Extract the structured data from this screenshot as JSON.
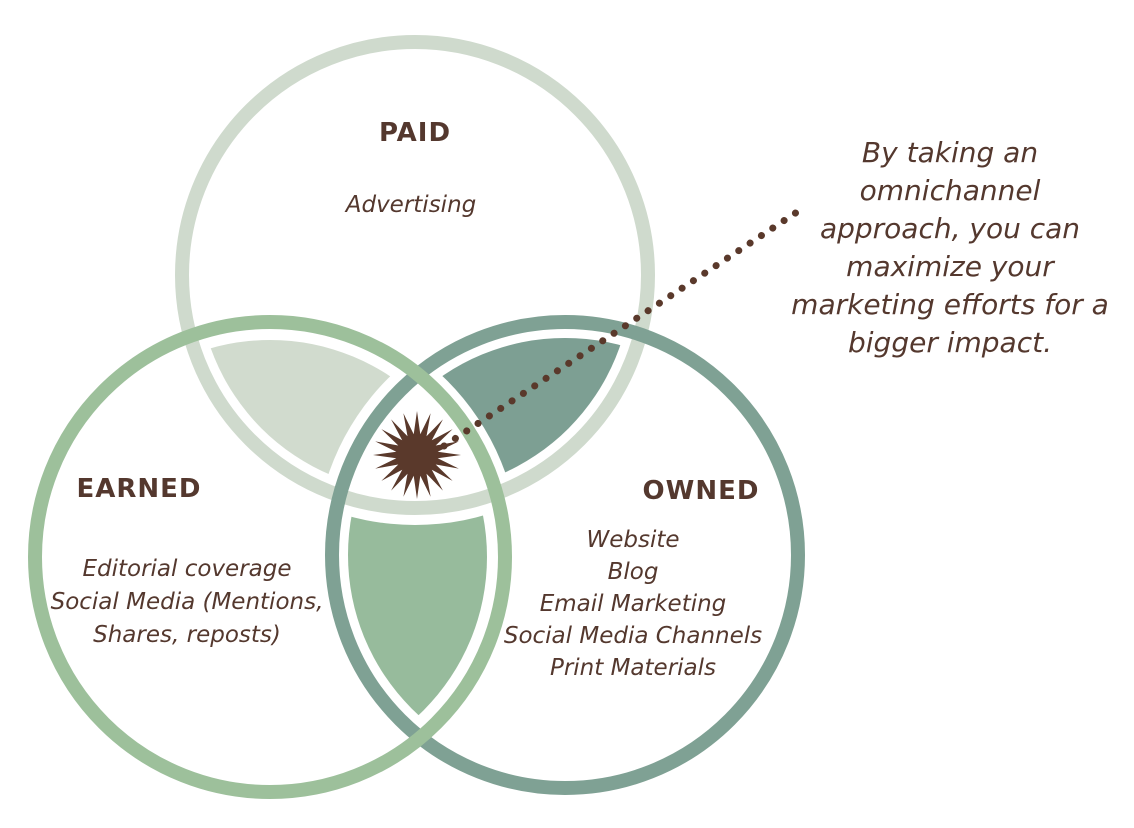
{
  "palette": {
    "paid": "#cfdacd",
    "earned": "#9dc09b",
    "owned": "#7fa194",
    "lens_paid_earned": "#d1dbce",
    "lens_paid_owned": "#7d9f93",
    "lens_earned_owned": "#97bb9c",
    "text_brown": "#54382e",
    "accent_brown": "#5a392b",
    "background": "#ffffff"
  },
  "venn": {
    "paid": {
      "label": "PAID",
      "lines": [
        "Advertising"
      ]
    },
    "earned": {
      "label": "EARNED",
      "lines": [
        "Editorial coverage",
        "Social Media (Mentions,",
        "Shares, reposts)"
      ]
    },
    "owned": {
      "label": "OWNED",
      "lines": [
        "Website",
        "Blog",
        "Email Marketing",
        "Social Media Channels",
        "Print Materials"
      ]
    }
  },
  "annotation": {
    "text": "By taking an omnichannel approach, you can maximize your marketing efforts for a bigger impact.",
    "lines": [
      "By taking an",
      "omnichannel",
      "approach, you can",
      "maximize your",
      "marketing efforts for a",
      "bigger impact."
    ]
  },
  "icons": {
    "center": "starburst-icon",
    "connector": "dotted-line"
  }
}
